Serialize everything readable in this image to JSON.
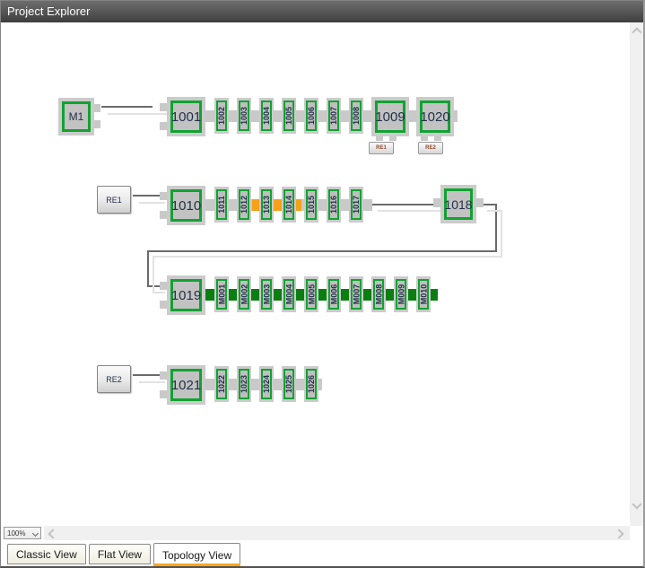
{
  "titlebar": {
    "title": "Project Explorer"
  },
  "canvas": {
    "rows": [
      {
        "head": {
          "kind": "master",
          "label": "M1"
        },
        "main_node": "1001",
        "modules": [
          "1002",
          "1003",
          "1004",
          "1005",
          "1006",
          "1007",
          "1008"
        ],
        "tail_nodes": [
          {
            "label": "1009",
            "tag": "RE1"
          },
          {
            "label": "1020",
            "tag": "RE2"
          }
        ]
      },
      {
        "head": {
          "kind": "remote-button",
          "label": "RE1"
        },
        "main_node": "1010",
        "modules": [
          "1011",
          "1012",
          "1013",
          "1014",
          "1015",
          "1016",
          "1017"
        ],
        "warning_segment_modules": [
          "1013",
          "1014"
        ],
        "end_node": "1018"
      },
      {
        "main_node": "1019",
        "modules": [
          "M001",
          "M002",
          "M003",
          "M004",
          "M005",
          "M006",
          "M007",
          "M008",
          "M009",
          "M010"
        ],
        "bus": "green"
      },
      {
        "head": {
          "kind": "remote-button",
          "label": "RE2"
        },
        "main_node": "1021",
        "modules": [
          "1022",
          "1023",
          "1024",
          "1025",
          "1026"
        ]
      }
    ]
  },
  "statusbar": {
    "zoom_value": "100%"
  },
  "tabs": [
    {
      "label": "Classic View",
      "active": false
    },
    {
      "label": "Flat View",
      "active": false
    },
    {
      "label": "Topology View",
      "active": true
    }
  ],
  "colors": {
    "node_border_green": "#12a232",
    "bus_gray": "#c9c9c9",
    "bus_green": "#0b7e11",
    "warning_orange": "#f7a11a",
    "active_tab_underline": "#f5a623",
    "line_dark": "#6b6b6b",
    "line_light": "#e2e2e2"
  }
}
